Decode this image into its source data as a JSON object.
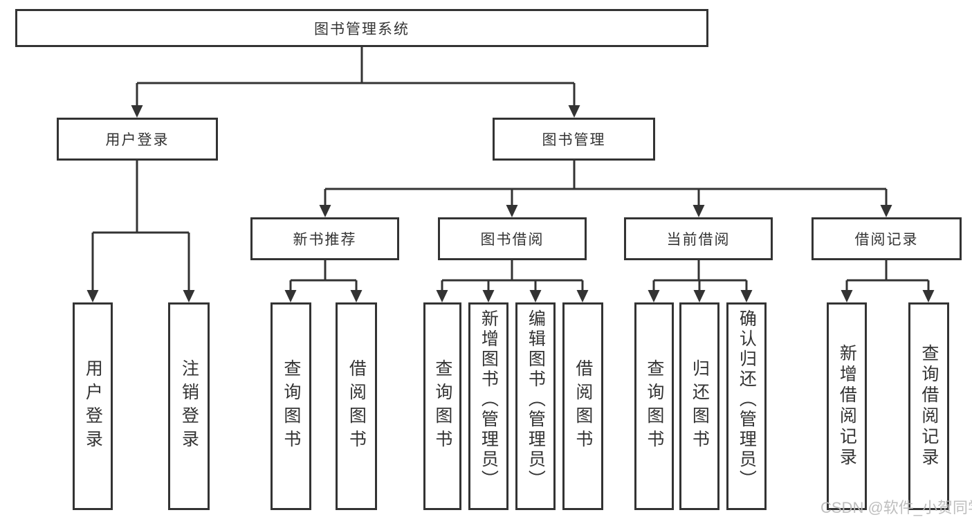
{
  "diagram_title": "图书管理系统",
  "nodes": {
    "root": {
      "label": "图书管理系统"
    },
    "user_login": {
      "label": "用户登录"
    },
    "book_mgmt": {
      "label": "图书管理"
    },
    "new_book_rec": {
      "label": "新书推荐"
    },
    "book_borrow": {
      "label": "图书借阅"
    },
    "current_borrow": {
      "label": "当前借阅"
    },
    "borrow_records": {
      "label": "借阅记录"
    },
    "leaf_user_login": {
      "label": "用户登录"
    },
    "leaf_logout": {
      "label": "注销登录"
    },
    "leaf_rec_query_book": {
      "label": "查询图书"
    },
    "leaf_rec_borrow_book": {
      "label": "借阅图书"
    },
    "leaf_bb_query_book": {
      "label": "查询图书"
    },
    "leaf_bb_add_book": {
      "label": "新增图书（管理员）"
    },
    "leaf_bb_edit_book": {
      "label": "编辑图书（管理员）"
    },
    "leaf_bb_borrow_book": {
      "label": "借阅图书"
    },
    "leaf_cb_query_book": {
      "label": "查询图书"
    },
    "leaf_cb_return_book": {
      "label": "归还图书"
    },
    "leaf_cb_confirm_return": {
      "label": "确认归还（管理员）"
    },
    "leaf_br_add_record": {
      "label": "新增借阅记录"
    },
    "leaf_br_query_record": {
      "label": "查询借阅记录"
    }
  },
  "hierarchy": {
    "图书管理系统": {
      "用户登录": [
        "用户登录",
        "注销登录"
      ],
      "图书管理": {
        "新书推荐": [
          "查询图书",
          "借阅图书"
        ],
        "图书借阅": [
          "查询图书",
          "新增图书（管理员）",
          "编辑图书（管理员）",
          "借阅图书"
        ],
        "当前借阅": [
          "查询图书",
          "归还图书",
          "确认归还（管理员）"
        ],
        "借阅记录": [
          "新增借阅记录",
          "查询借阅记录"
        ]
      }
    }
  },
  "watermark": {
    "text": "CSDN @软件_小贺同学"
  },
  "colors": {
    "line": "#333333",
    "box_border": "#333333",
    "text": "#333333",
    "background": "#ffffff",
    "watermark": "#bababa"
  }
}
